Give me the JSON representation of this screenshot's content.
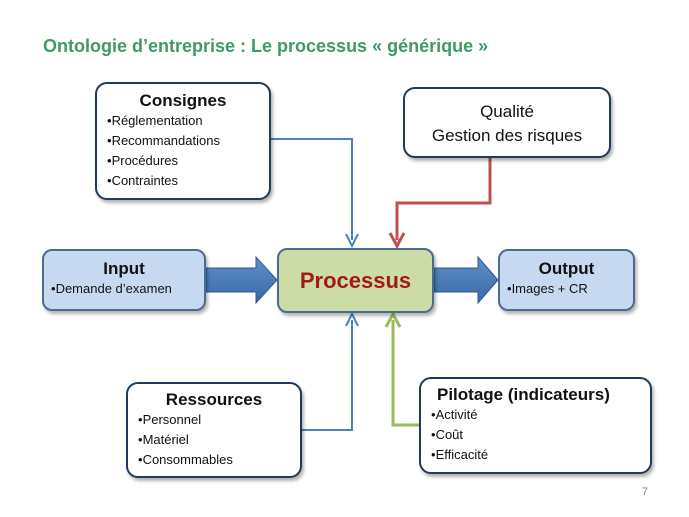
{
  "title": "Ontologie d’entreprise : Le processus « générique »",
  "slide_number": "7",
  "colors": {
    "title_green": "#3f9a64",
    "box_border": "#1f3a5a",
    "blue_fill": "#c6d9f0",
    "green_fill": "#cbdca6",
    "process_text": "#a31a1a",
    "arrow_blue": "#4f81bd",
    "arrow_red": "#c0504d",
    "arrow_green": "#9bbb59"
  },
  "consignes": {
    "heading": "Consignes",
    "items": [
      "Réglementation",
      "Recommandations",
      "Procédures",
      "Contraintes"
    ]
  },
  "qualite": {
    "line1": "Qualité",
    "line2": "Gestion des risques"
  },
  "input": {
    "heading": "Input",
    "items": [
      "Demande d’examen"
    ]
  },
  "processus": {
    "label": "Processus"
  },
  "output": {
    "heading": "Output",
    "items": [
      "Images + CR"
    ]
  },
  "ressources": {
    "heading": "Ressources",
    "items": [
      "Personnel",
      "Matériel",
      "Consommables"
    ]
  },
  "pilotage": {
    "heading": "Pilotage (indicateurs)",
    "items": [
      "Activité",
      "Coût",
      "Efficacité"
    ]
  }
}
